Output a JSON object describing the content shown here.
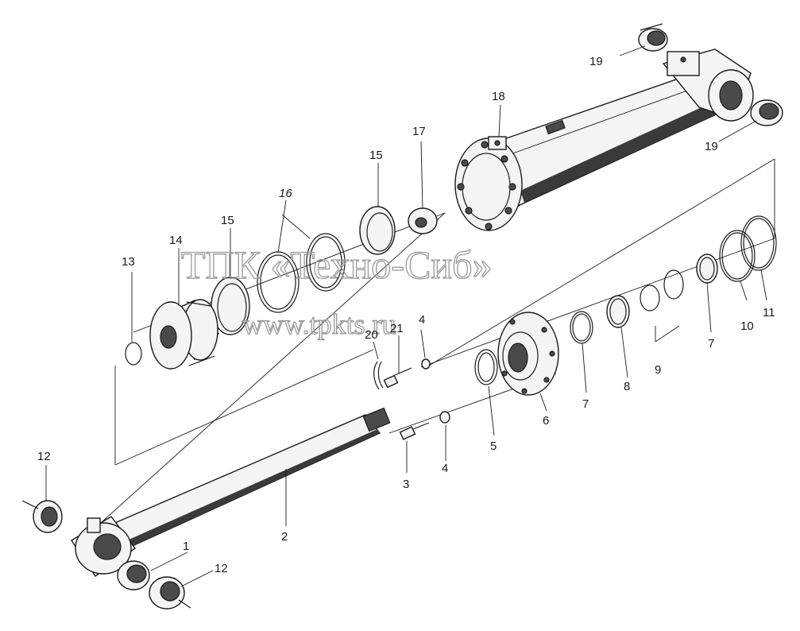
{
  "watermark": {
    "line1": "ТПК «Техно-Сиб»",
    "line2": "www.tpkts.ru"
  },
  "labels": {
    "p1": "1",
    "p2": "2",
    "p3": "3",
    "p4a": "4",
    "p4b": "4",
    "p5": "5",
    "p6": "6",
    "p7a": "7",
    "p7b": "7",
    "p8": "8",
    "p9": "9",
    "p10": "10",
    "p11": "11",
    "p12a": "12",
    "p12b": "12",
    "p13": "13",
    "p14": "14",
    "p15a": "15",
    "p15b": "15",
    "p16": "16",
    "p17": "17",
    "p18": "18",
    "p19a": "19",
    "p19b": "19",
    "p20": "20",
    "p21": "21"
  },
  "colors": {
    "line": "#1a1a1a",
    "watermark": "#9a9a9a",
    "background": "#ffffff"
  }
}
